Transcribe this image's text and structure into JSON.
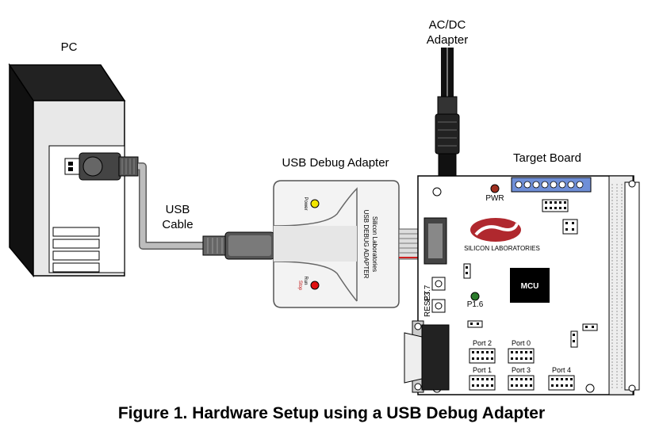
{
  "labels": {
    "pc": "PC",
    "ac_adapter_line1": "AC/DC",
    "ac_adapter_line2": "Adapter",
    "usb_cable_line1": "USB",
    "usb_cable_line2": "Cable",
    "usb_debug_adapter": "USB Debug Adapter",
    "target_board": "Target Board"
  },
  "adapter": {
    "power_led": "Power",
    "run_line1": "Run",
    "run_line2": "Stop",
    "brand_line1": "Silicon Laboratories",
    "brand_line2": "USB DEBUG ADAPTER"
  },
  "board": {
    "pwr": "PWR",
    "brand": "SILICON LABORATORIES",
    "mcu": "MCU",
    "p37": "P3.7",
    "reset": "RESET",
    "p16": "P1.6",
    "port2": "Port 2",
    "port0": "Port 0",
    "port1": "Port 1",
    "port3": "Port 3",
    "port4": "Port 4"
  },
  "caption": "Figure 1. Hardware Setup using a USB Debug Adapter",
  "colors": {
    "led_power": "#f2e600",
    "led_run": "#e01010",
    "led_pwr": "#a03020",
    "led_p16": "#2a7a2a",
    "logo": "#b0282e",
    "terminal": "#6f8fd8",
    "cable": "#bdbdbd"
  }
}
